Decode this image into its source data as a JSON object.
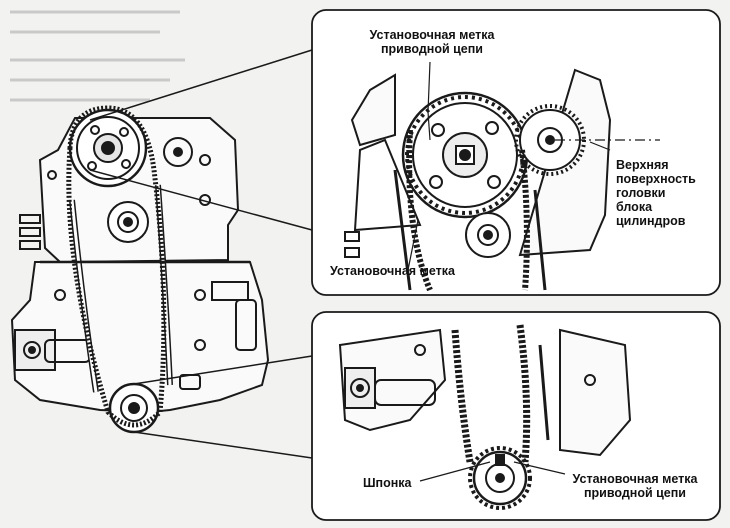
{
  "labels": {
    "top_chain_mark_l1": "Установочная метка",
    "top_chain_mark_l2": "приводной цепи",
    "upper_surface_l1": "Верхняя",
    "upper_surface_l2": "поверхность",
    "upper_surface_l3": "головки",
    "upper_surface_l4": "блока",
    "upper_surface_l5": "цилиндров",
    "timing_mark": "Установочная метка",
    "key": "Шпонка",
    "bottom_chain_mark_l1": "Установочная метка",
    "bottom_chain_mark_l2": "приводной цепи"
  },
  "colors": {
    "ink": "#1a1a1a",
    "paper": "#f2f2f0",
    "panel": "#ffffff"
  }
}
